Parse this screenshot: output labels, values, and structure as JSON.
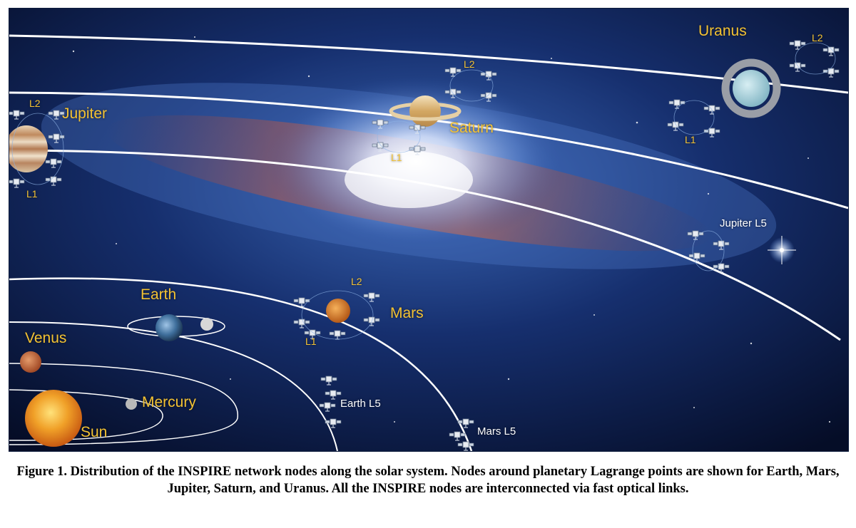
{
  "labels": {
    "uranus": "Uranus",
    "saturn": "Saturn",
    "jupiter": "Jupiter",
    "earth": "Earth",
    "mars": "Mars",
    "venus": "Venus",
    "mercury": "Mercury",
    "sun": "Sun",
    "l1": "L1",
    "l2": "L2",
    "jupiter_l5": "Jupiter L5",
    "earth_l5": "Earth L5",
    "mars_l5": "Mars L5"
  },
  "caption": "Figure 1. Distribution of the INSPIRE network nodes along the solar system. Nodes around planetary Lagrange points are shown for Earth, Mars, Jupiter, Saturn, and Uranus. All the INSPIRE nodes are interconnected via fast optical links.",
  "colors": {
    "label": "#f3c233",
    "space_dark": "#061232",
    "orbit": "#ffffff"
  },
  "icons": {
    "node": "satellite-node-icon",
    "planets": [
      "sun",
      "mercury",
      "venus",
      "earth",
      "moon",
      "mars",
      "jupiter",
      "saturn",
      "uranus"
    ]
  }
}
